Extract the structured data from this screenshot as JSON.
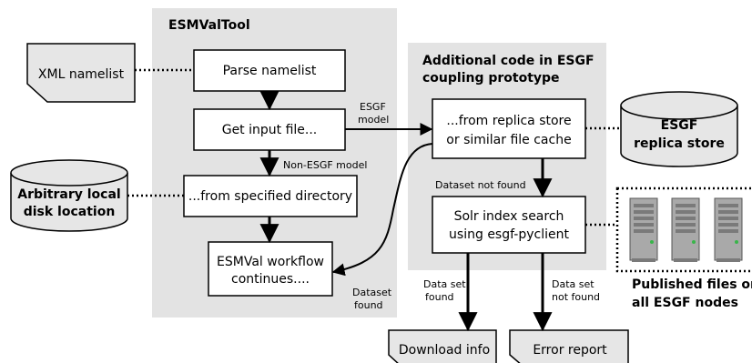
{
  "panels": {
    "esmvaltool_title": "ESMValTool",
    "esgf_title_line1": "Additional code in ESGF",
    "esgf_title_line2": "coupling prototype"
  },
  "boxes": {
    "parse_namelist": "Parse namelist",
    "get_input_file": "Get input file...",
    "from_directory": "...from specified directory",
    "workflow_line1": "ESMVal workflow",
    "workflow_line2": "continues....",
    "replica_line1": "...from replica store",
    "replica_line2": "or similar file cache",
    "solr_line1": "Solr index search",
    "solr_line2": "using esgf-pyclient"
  },
  "external": {
    "xml_namelist": "XML namelist",
    "local_disk_line1": "Arbitrary local",
    "local_disk_line2": "disk location",
    "replica_store_line1": "ESGF",
    "replica_store_line2": "replica store",
    "published_line1": "Published files on",
    "published_line2": "all ESGF nodes",
    "download_info": "Download info",
    "error_report": "Error report"
  },
  "edge_labels": {
    "esgf_model_line1": "ESGF",
    "esgf_model_line2": "model",
    "non_esgf_model": "Non-ESGF model",
    "dataset_not_found": "Dataset not found",
    "dataset_found_line1": "Dataset",
    "dataset_found_line2": "found",
    "data_set_found_line1": "Data set",
    "data_set_found_line2": "found",
    "data_set_not_found_line1": "Data set",
    "data_set_not_found_line2": "not found"
  },
  "colors": {
    "panel_bg": "#e3e3e3",
    "box_fill": "#ffffff",
    "external_fill": "#e6e6e6",
    "stroke": "#000000",
    "server_body": "#a9a9a9",
    "server_led": "#39b54a"
  }
}
